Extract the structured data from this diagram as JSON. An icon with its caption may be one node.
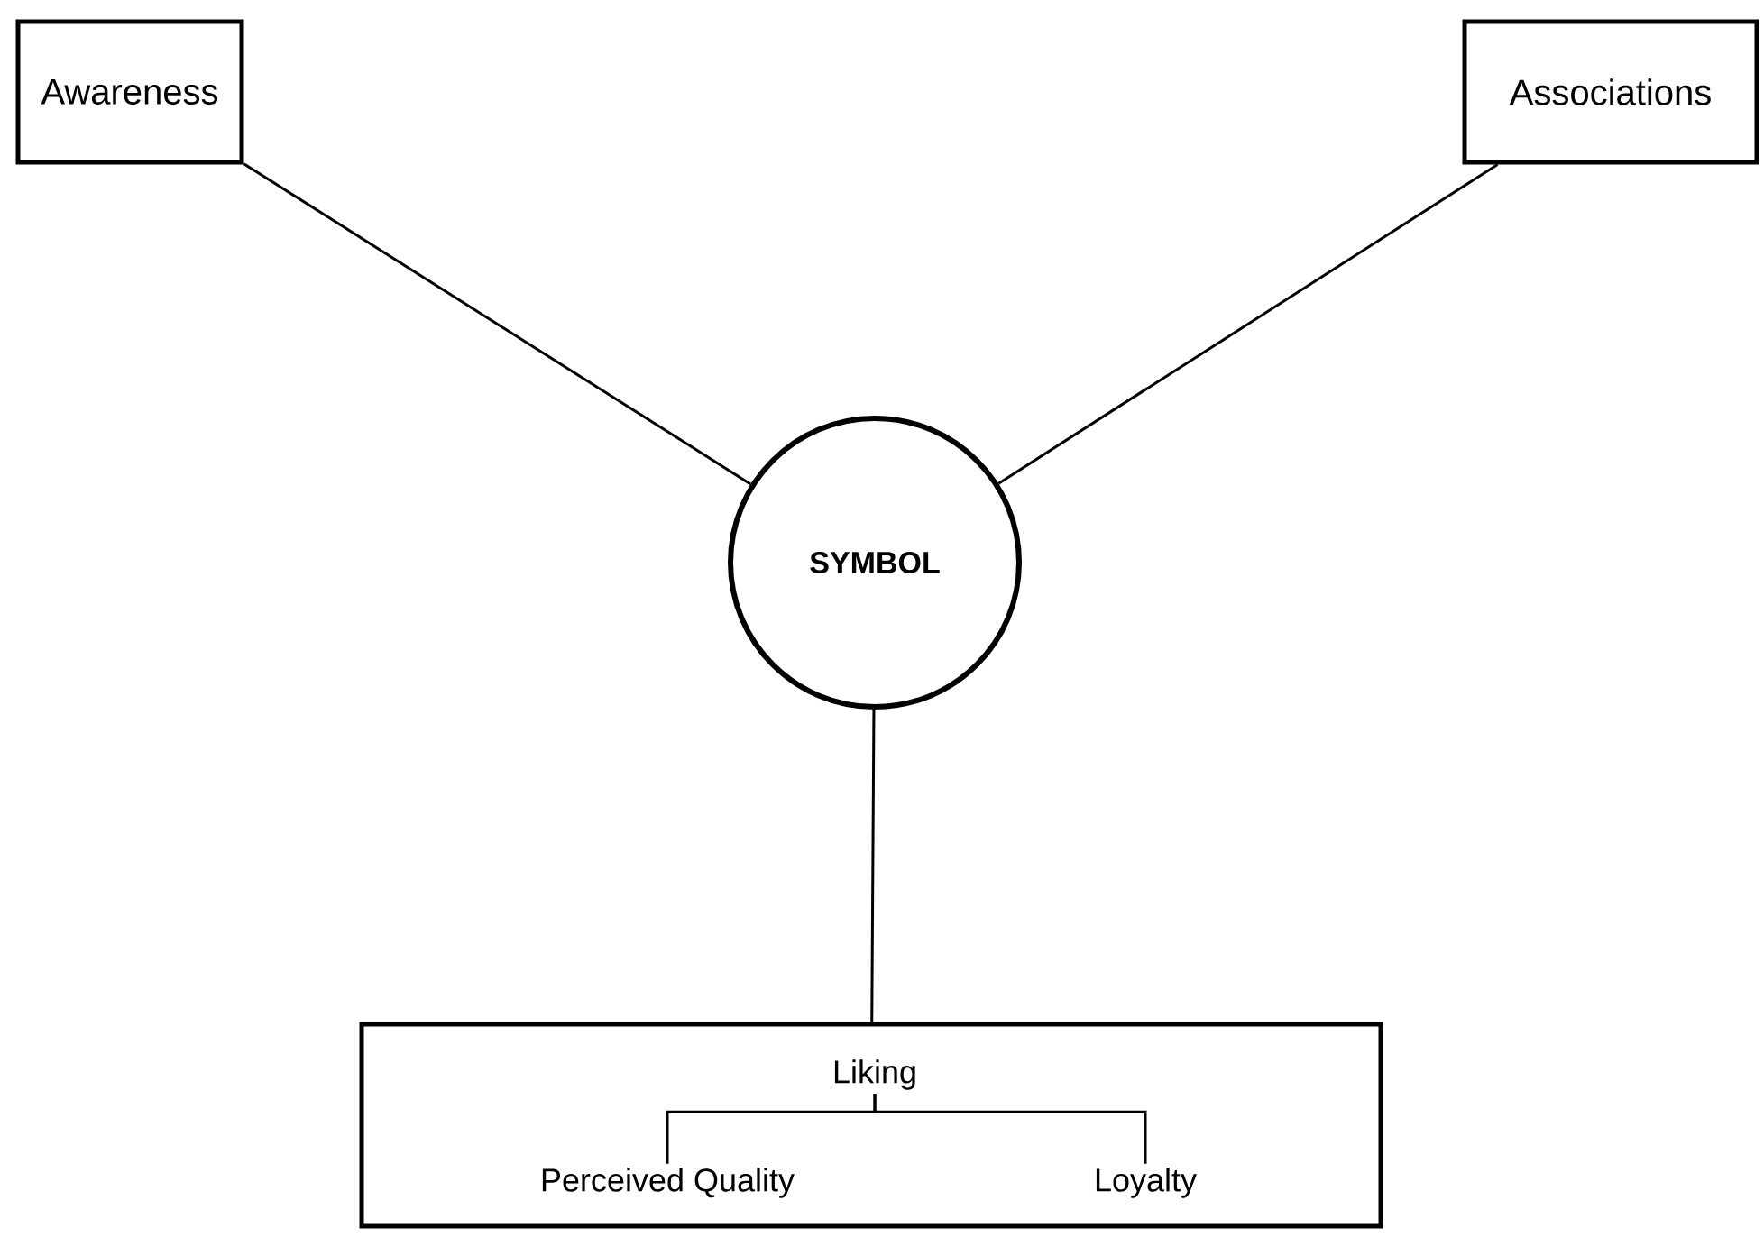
{
  "diagram": {
    "nodes": [
      {
        "text": [
          "Awareness"
        ]
      },
      {
        "text": [
          "Associations"
        ]
      },
      {
        "text": [
          "SYMBOL"
        ]
      },
      {
        "text": [],
        "shape": "box"
      },
      {
        "text": [
          "Liking"
        ],
        "in": 3
      },
      {
        "text": [
          "Perceived Quality"
        ],
        "in": 3
      },
      {
        "text": [
          "Loyalty"
        ],
        "in": 3
      }
    ],
    "edges": [
      {
        "from": 0,
        "to": 2,
        "arrow": "none"
      },
      {
        "from": 1,
        "to": 2,
        "arrow": "none"
      },
      {
        "from": 2,
        "to": 3,
        "arrow": "none"
      },
      {
        "from": 4,
        "to": 5,
        "arrow": "none"
      },
      {
        "from": 4,
        "to": 6,
        "arrow": "none"
      }
    ]
  }
}
